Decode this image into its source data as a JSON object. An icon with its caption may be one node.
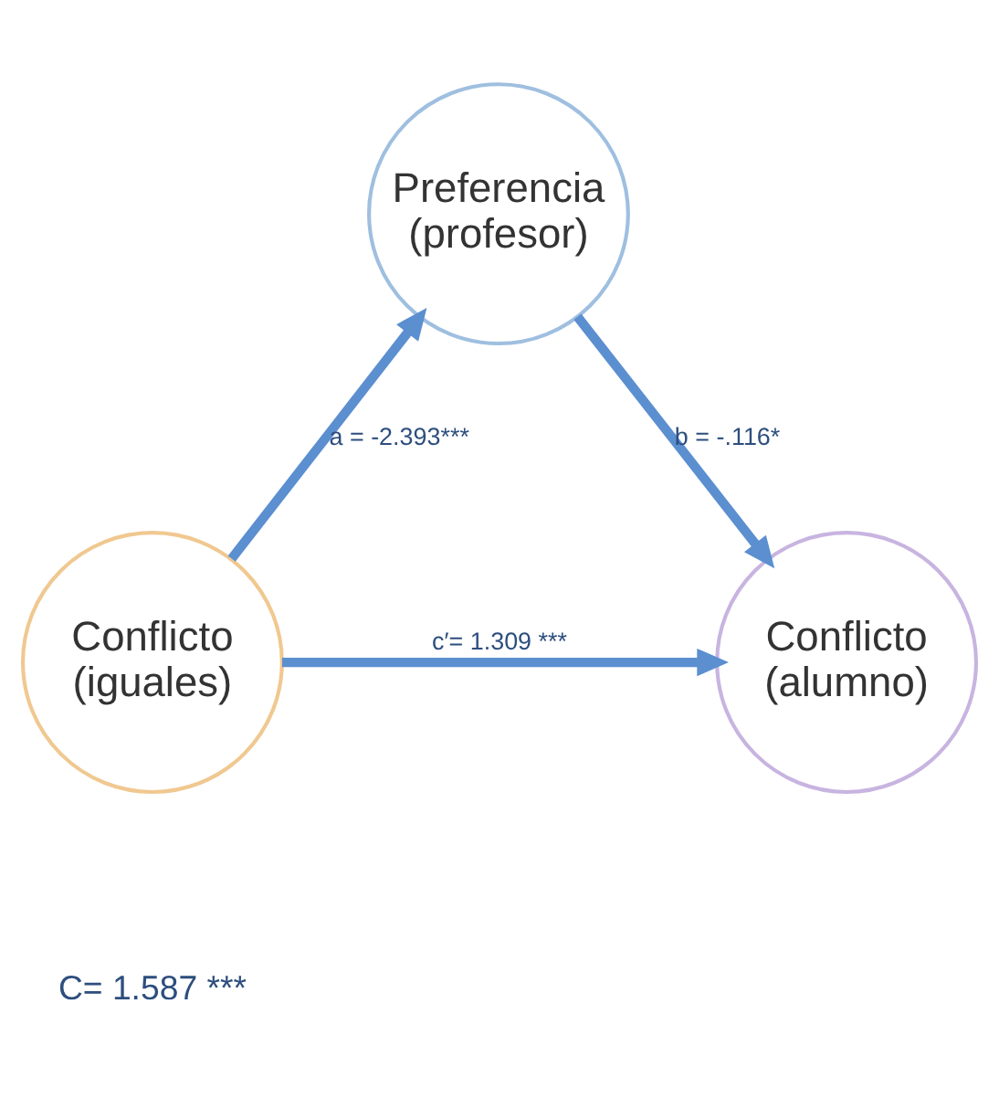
{
  "diagram": {
    "nodes": [
      {
        "text": [
          "Preferencia (profesor)"
        ]
      },
      {
        "text": [
          "Conflicto (iguales)"
        ]
      },
      {
        "text": [
          "Conflicto (alumno)"
        ]
      }
    ],
    "edges": [
      {
        "from": 1,
        "to": 0,
        "arrow": "to",
        "label": "a = -2.393***"
      },
      {
        "from": 0,
        "to": 2,
        "arrow": "to",
        "label": "b = -.116*"
      },
      {
        "from": 1,
        "to": 2,
        "arrow": "to",
        "label": "c′= 1.309 ***"
      }
    ],
    "labels": [
      "C= 1.587 ***"
    ]
  }
}
